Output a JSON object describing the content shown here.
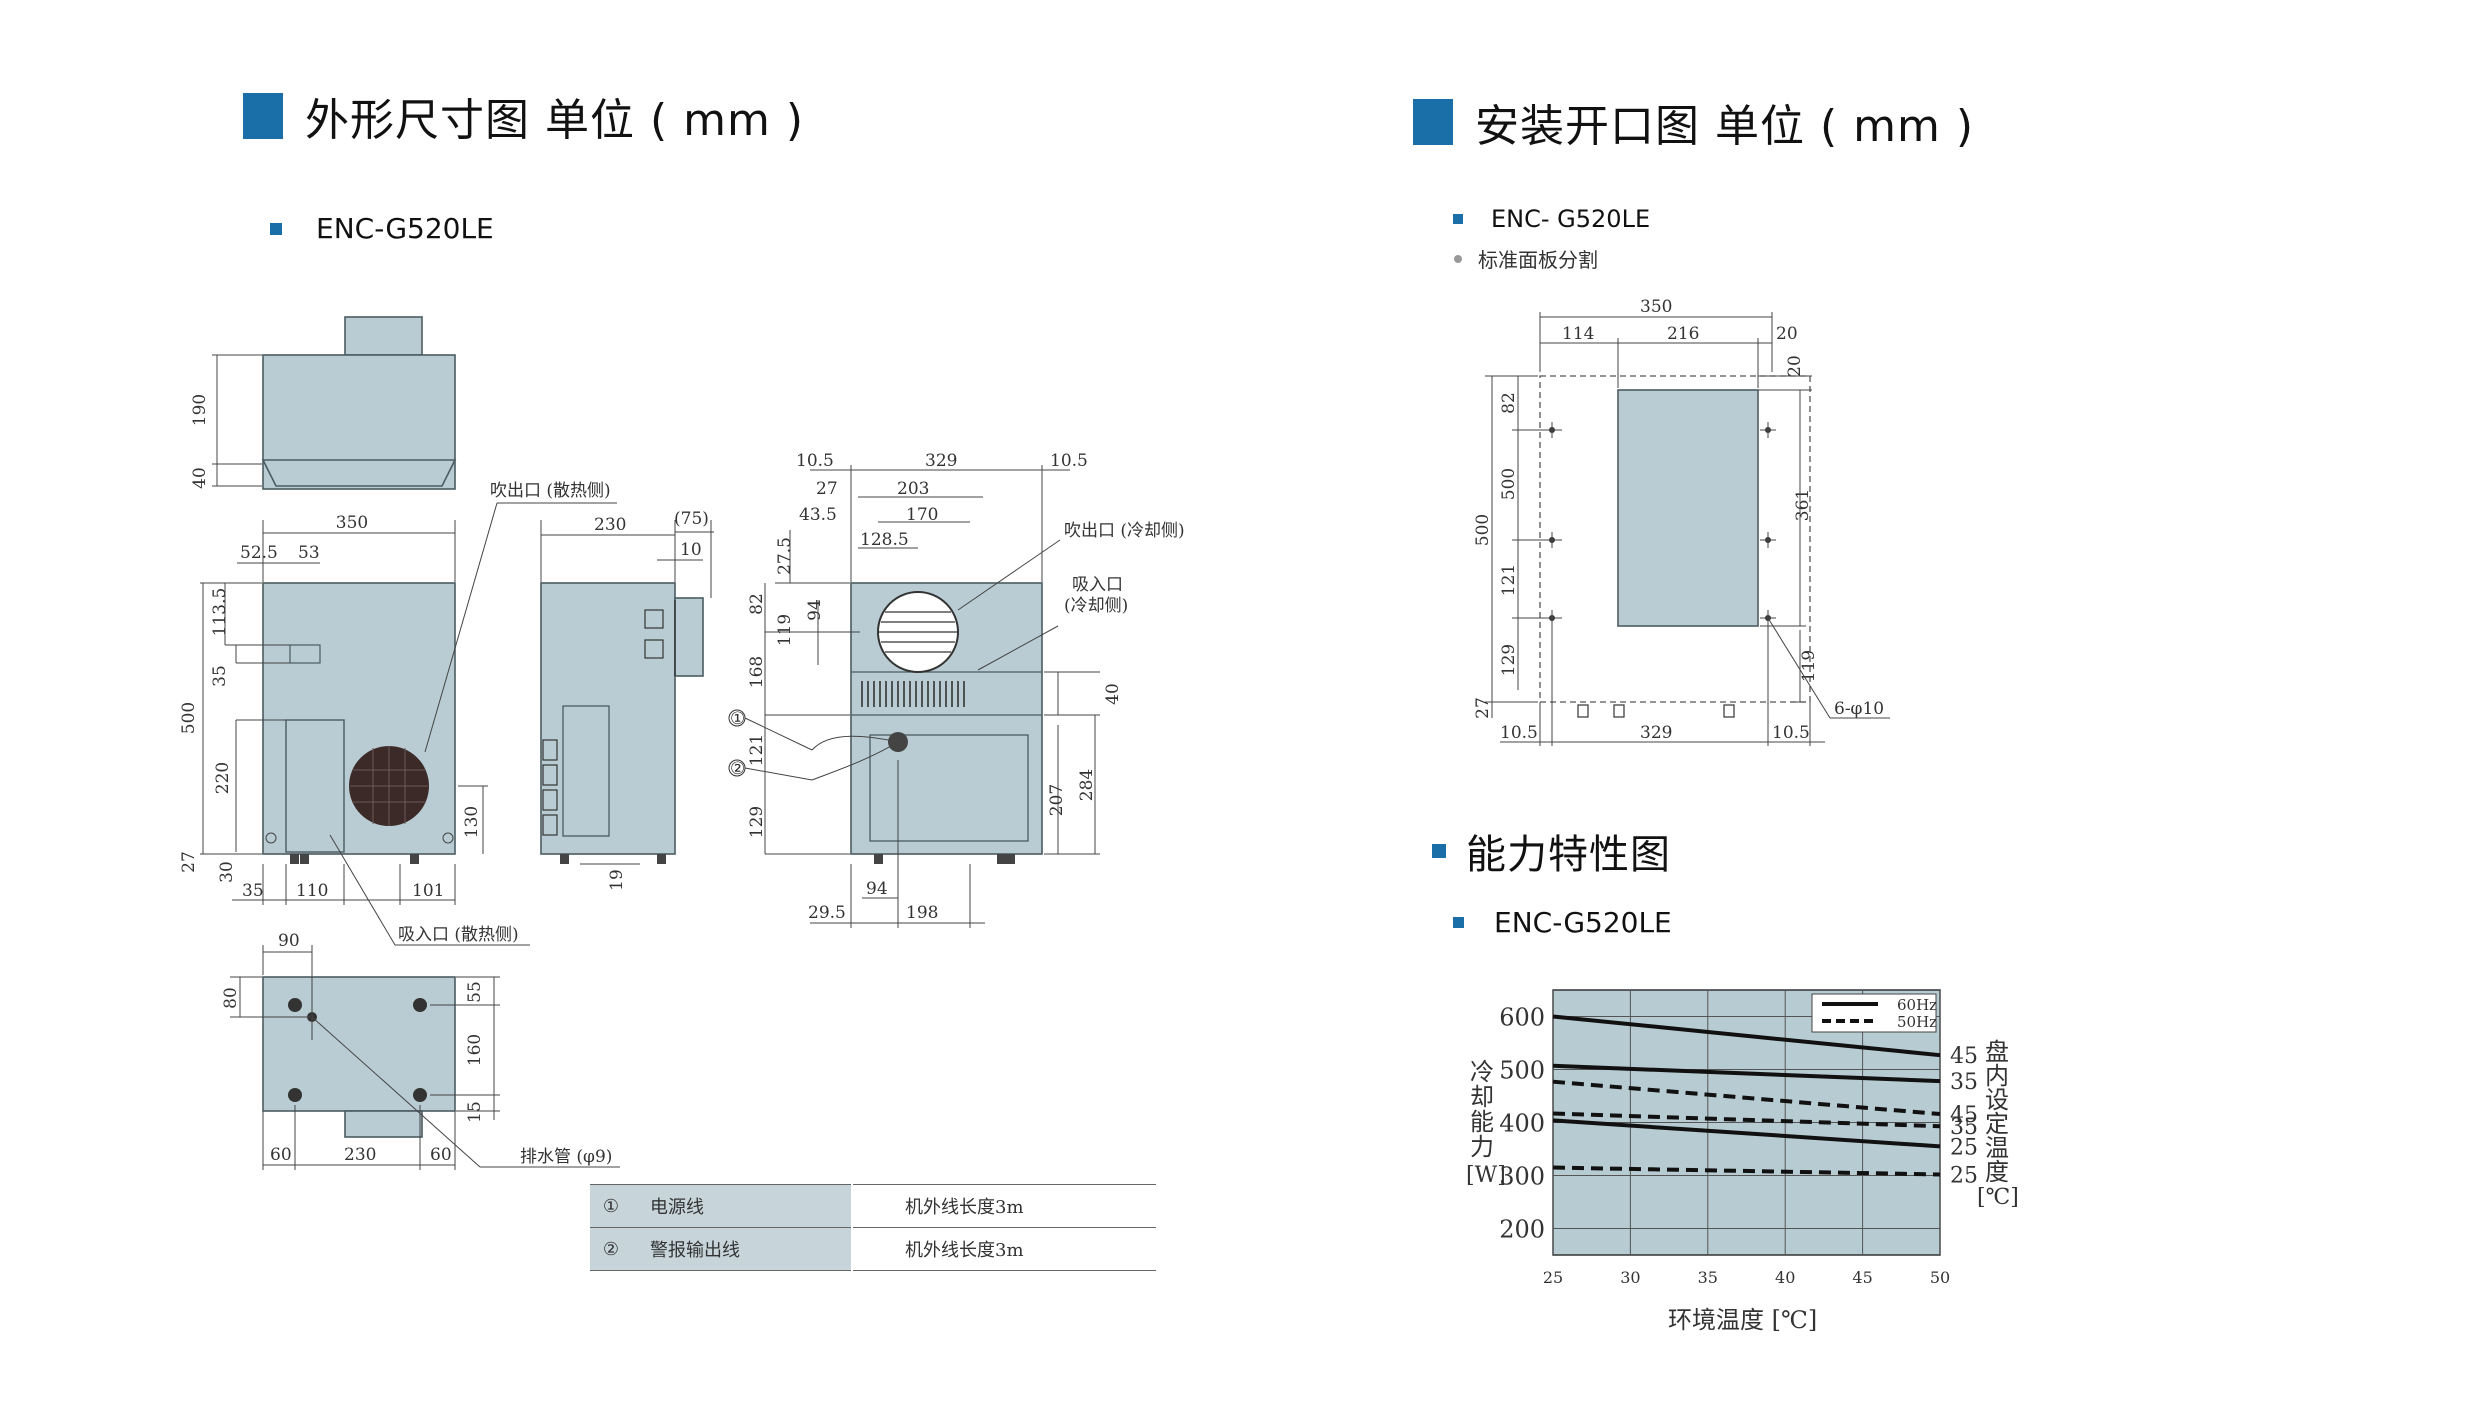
{
  "left_section": {
    "title": "外形尺寸图 单位 ( mm )",
    "model": "ENC-G520LE"
  },
  "right_section": {
    "title": "安装开口图 单位 ( mm )",
    "model": "ENC- G520LE",
    "sub": "标准面板分割"
  },
  "capability_section": {
    "title": "能力特性图",
    "model": "ENC-G520LE"
  },
  "annotations": {
    "outlet_hot": "吹出口 (散热侧)",
    "inlet_hot": "吸入口 (散热侧)",
    "outlet_cold": "吹出口 (冷却侧)",
    "inlet_cold_1": "吸入口",
    "inlet_cold_2": "(冷却侧)",
    "drain": "排水管 (φ9)",
    "holes": "6-φ10",
    "mark1": "①",
    "mark2": "②"
  },
  "dims": {
    "top_view": [
      "190",
      "40"
    ],
    "front": [
      "350",
      "52.5",
      "53",
      "113.5",
      "35",
      "500",
      "220",
      "27",
      "30",
      "35",
      "110",
      "101",
      "130"
    ],
    "side": [
      "230",
      "(75)",
      "10",
      "19"
    ],
    "rear": [
      "10.5",
      "329",
      "10.5",
      "27",
      "203",
      "43.5",
      "170",
      "128.5",
      "27.5",
      "82",
      "94",
      "119",
      "168",
      "121",
      "129",
      "40",
      "207",
      "284",
      "29.5",
      "94",
      "198"
    ],
    "bottom": [
      "90",
      "80",
      "55",
      "160",
      "15",
      "60",
      "230",
      "60"
    ],
    "cutout": [
      "350",
      "114",
      "216",
      "20",
      "20",
      "82",
      "500",
      "500",
      "361",
      "121",
      "129",
      "119",
      "27",
      "10.5",
      "329",
      "10.5"
    ]
  },
  "legend_table": [
    {
      "num": "①",
      "label": "电源线",
      "value": "机外线长度3m"
    },
    {
      "num": "②",
      "label": "警报输出线",
      "value": "机外线长度3m"
    }
  ],
  "chart_data": {
    "type": "line",
    "title": "",
    "xlabel": "环境温度 [℃]",
    "ylabel": "冷却能力 [W]",
    "right_label": "盘内设定温度 [℃]",
    "xlim": [
      25,
      50
    ],
    "ylim": [
      150,
      650
    ],
    "x_ticks": [
      "25",
      "30",
      "35",
      "40",
      "45",
      "50"
    ],
    "y_ticks": [
      "600",
      "500",
      "400",
      "300",
      "200"
    ],
    "legend": [
      "60Hz",
      "50Hz"
    ],
    "legend_position": "top-right",
    "grid": true,
    "x": [
      25,
      50
    ],
    "series": [
      {
        "name": "60Hz",
        "label": "45",
        "style": "solid",
        "values": [
          600,
          527
        ]
      },
      {
        "name": "60Hz",
        "label": "35",
        "style": "solid",
        "values": [
          507,
          478
        ]
      },
      {
        "name": "50Hz",
        "label": "45",
        "style": "dashed",
        "values": [
          477,
          416
        ]
      },
      {
        "name": "50Hz",
        "label": "35",
        "style": "dashed",
        "values": [
          417,
          393
        ]
      },
      {
        "name": "60Hz",
        "label": "25",
        "style": "solid",
        "values": [
          404,
          355
        ]
      },
      {
        "name": "50Hz",
        "label": "25",
        "style": "dashed",
        "values": [
          315,
          302
        ]
      }
    ],
    "colors": {
      "plot_bg": "#b7cbd2",
      "line": "#111111"
    }
  }
}
